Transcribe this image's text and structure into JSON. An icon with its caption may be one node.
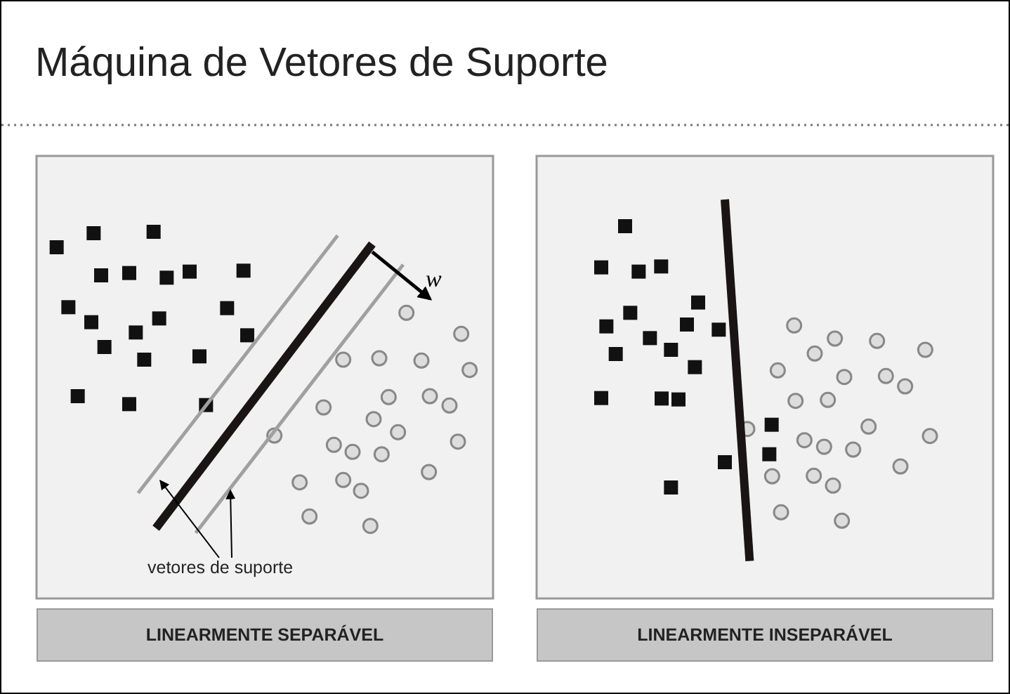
{
  "diagram": {
    "title": "Máquina de Vetores de Suporte",
    "nodes": [
      {
        "text": [
          "LINEARMENTE SEPARÁVEL"
        ]
      },
      {
        "text": [
          "LINEARMENTE INSEPARÁVEL"
        ]
      },
      {
        "text": [
          "vetores de suporte"
        ]
      },
      {
        "text": [],
        "shape": "bar"
      },
      {
        "text": [],
        "shape": "bar"
      }
    ],
    "edges": [
      {
        "from": 2,
        "to": 3,
        "arrow": "to"
      },
      {
        "from": 2,
        "to": 4,
        "arrow": "to"
      }
    ],
    "labels": [
      "w"
    ]
  }
}
